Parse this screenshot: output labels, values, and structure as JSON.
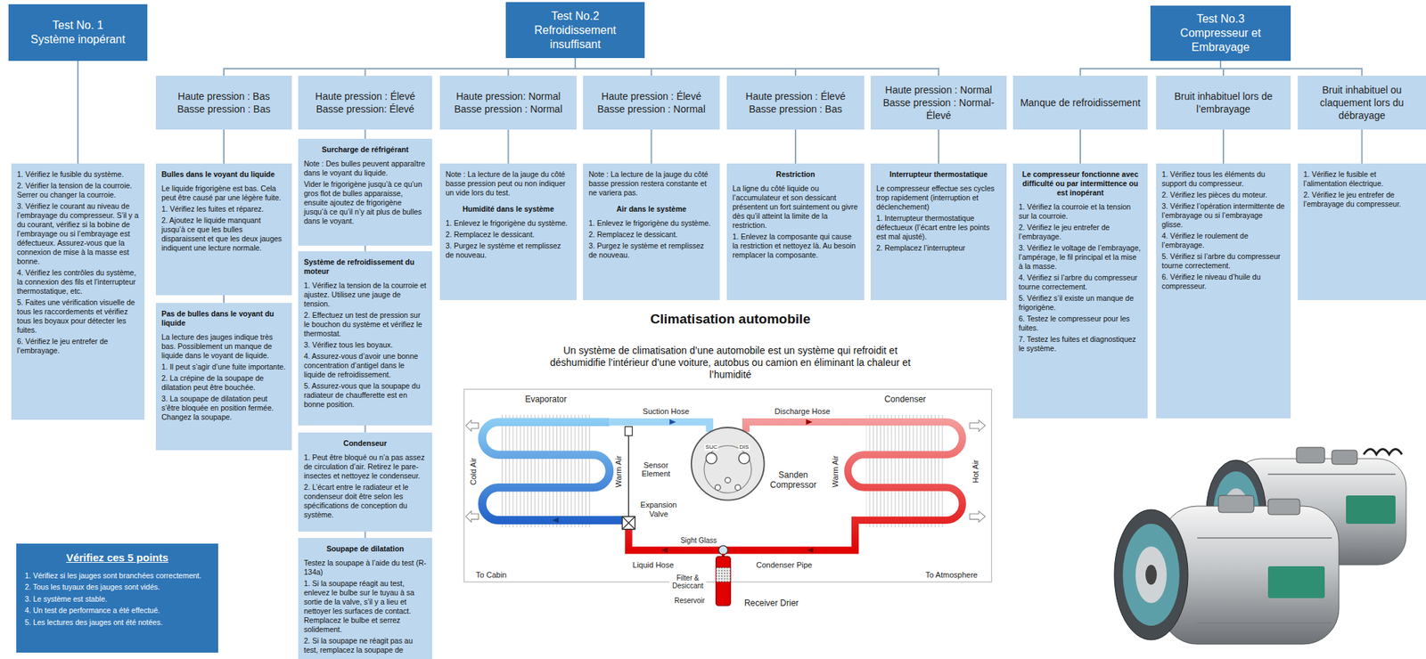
{
  "diagram": {
    "title": "Climatisation automobile",
    "caption": "Un système de climatisation d’une automobile est un système qui refroidit et déshumidifie l’intérieur d’une voiture, autobus ou camion en éliminant la chaleur et l’humidité",
    "nodes": [
      {
        "text": [
          "Test No. 1",
          "Système inopérant"
        ]
      },
      {
        "text": [
          "Test No.2",
          "Refroidissement insuffisant"
        ]
      },
      {
        "text": [
          "Test No.3",
          "Compresseur et Embrayage"
        ]
      },
      {
        "text": [
          "Haute pression : Bas",
          "Basse pression : Bas"
        ]
      },
      {
        "text": [
          "Haute pression : Élevé",
          "Basse pression: Élevé"
        ]
      },
      {
        "text": [
          "Haute pression: Normal",
          "Basse pression : Normal"
        ]
      },
      {
        "text": [
          "Haute pression : Élevé",
          "Basse pression : Normal"
        ]
      },
      {
        "text": [
          "Haute pression : Élevé",
          "Basse pression : Bas"
        ]
      },
      {
        "text": [
          "Haute pression : Normal",
          "Basse pression : Normal-Élevé"
        ]
      },
      {
        "text": [
          "Manque de refroidissement"
        ]
      },
      {
        "text": [
          "Bruit inhabituel lors de l’embrayage"
        ]
      },
      {
        "text": [
          "Bruit inhabituel ou claquement lors du débrayage"
        ]
      },
      {
        "text": [
          "1. Vérifiez le fusible du système.",
          "2. Vérifier la tension de la courroie. Serrer ou changer la courroie.",
          "3. Vérifiez le courant au niveau de l’embrayage du compresseur. S’il y a du courant, vérifiez si la bobine de l’embrayage ou si l’embrayage est défectueux. Assurez-vous que la connexion de mise à la masse est bonne.",
          "4. Vérifiez les contrôles du système, la connexion des fils et l’interrupteur thermostatique, etc.",
          "5. Faites une vérification visuelle de tous les raccordements et vérifiez tous les boyaux pour détecter les fuites.",
          "6. Vérifiez le jeu entrefer de l’embrayage."
        ]
      },
      {
        "text": [
          "Bulles dans le voyant du liquide",
          "Le liquide frigorigène est bas. Cela peut être causé par une légère fuite.",
          "1. Vérifiez les fuites et réparez.",
          "2. Ajoutez le liquide manquant jusqu’à ce que les bulles disparaissent et que les deux jauges indiquent une lecture normale."
        ]
      },
      {
        "text": [
          "Pas de bulles dans le voyant du liquide",
          "La lecture des jauges indique très bas. Possiblement un manque de liquide dans le voyant de liquide.",
          "1. Il peut s’agir d’une fuite importante.",
          "2. La crépine de la soupape de dilatation peut être bouchée.",
          "3. La soupape de dilatation peut s’être bloquée en position fermée. Changez la soupape."
        ]
      },
      {
        "text": [
          "Surcharge de réfrigérant",
          "Note : Des bulles peuvent apparaître dans le voyant du liquide.",
          "Vider le frigorigène jusqu’à ce qu’un gros flot de bulles apparaisse, ensuite ajoutez de frigorigène jusqu’à ce qu’il n’y ait plus de bulles dans le voyant."
        ]
      },
      {
        "text": [
          "Système de refroidissement du moteur",
          "1. Vérifiez la tension de la courroie et ajustez. Utilisez une jauge de tension.",
          "2. Effectuez un test de pression sur le bouchon du système et vérifiez le thermostat.",
          "3. Vérifiez tous les boyaux.",
          "4. Assurez-vous d’avoir une bonne concentration d’antigel dans le liquide de refroidissement.",
          "5. Assurez-vous que la soupape du radiateur de chaufferette est en bonne position."
        ]
      },
      {
        "text": [
          "Condenseur",
          "1. Peut être bloqué ou n’a pas assez de circulation d’air. Retirez le pare-insectes et nettoyez le condenseur.",
          "2. L’écart entre le radiateur et le condenseur doit être selon les spécifications de conception du système."
        ]
      },
      {
        "text": [
          "Soupape de dilatation",
          "Testez la soupape à l’aide du test (R-134a)",
          "1. Si la soupape réagit au test, enlevez le bulbe sur le tuyau à sa sortie de la valve, s’il y a lieu et nettoyer les surfaces de contact. Remplacez le bulbe et serrez solidement.",
          "2. Si la soupape ne réagit pas au test, remplacez la soupape de"
        ]
      },
      {
        "text": [
          "Note : La lecture de la jauge du côté basse pression peut ou non indiquer un vide lors du test.",
          "Humidité dans le système",
          "1. Enlevez le frigorigène du système.",
          "2. Remplacez le dessicant.",
          "3. Purgez le système et remplissez de nouveau."
        ]
      },
      {
        "text": [
          "Note : La lecture de la jauge du côté basse pression restera constante et ne variera pas.",
          "Air dans le système",
          "1. Enlevez le frigorigène du système.",
          "2. Remplacez le dessicant.",
          "3. Purgez le système et remplissez de nouveau."
        ]
      },
      {
        "text": [
          "Restriction",
          "La ligne du côté liquide ou l’accumulateur et son dessicant présentent un fort suintement ou givre dès qu’il atteint la limite de la restriction.",
          "1. Enlevez la composante qui cause la restriction et nettoyez là. Au besoin remplacer la composante."
        ]
      },
      {
        "text": [
          "Interrupteur thermostatique",
          "Le compresseur effectue ses cycles trop rapidement (interruption et déclenchement)",
          "1. Interrupteur thermostatique défectueux (l’écart entre les points est mal ajusté).",
          "2. Remplacez l’interrupteur"
        ]
      },
      {
        "text": [
          "Le compresseur fonctionne avec difficulté ou par intermittence ou est inopérant",
          "1. Vérifiez la courroie et la tension sur la courroie.",
          "2. Vérifiez le jeu entrefer de l’embrayage.",
          "3. Vérifiez le voltage de l’embrayage, l’ampérage, le fil principal et la mise à la masse.",
          "4. Vérifiez si l’arbre du compresseur tourne correctement.",
          "5. Vérifiez s’il existe un manque de frigorigène.",
          "6. Testez le compresseur pour les fuites.",
          "7. Testez les fuites et diagnostiquez le système."
        ]
      },
      {
        "text": [
          "1. Vérifiez tous les éléments du support du compresseur.",
          "2. Vérifiez les pièces du moteur.",
          "3. Vérifiez l’opération intermittente de l’embrayage ou si l’embrayage glisse.",
          "4. Vérifiez le roulement de l’embrayage.",
          "5. Vérifiez si l’arbre du compresseur tourne correctement.",
          "6. Vérifiez le niveau d’huile du compresseur."
        ]
      },
      {
        "text": [
          "1. Vérifiez le fusible et l’alimentation électrique.",
          "2. Vérifiez le jeu entrefer de l’embrayage du compresseur."
        ]
      },
      {
        "text": [
          "Vérifiez ces 5 points",
          "1. Vérifiez si les jauges sont branchées correctement.",
          "2. Tous les tuyaux des jauges sont vidés.",
          "3. Le système est stable.",
          "4. Un test de performance a été effectué.",
          "5. Les lectures des jauges ont été notées."
        ]
      }
    ],
    "edges": [
      {
        "from": 0,
        "to": 12,
        "arrow": "none"
      },
      {
        "from": 1,
        "to": 3,
        "arrow": "none"
      },
      {
        "from": 1,
        "to": 4,
        "arrow": "none"
      },
      {
        "from": 1,
        "to": 5,
        "arrow": "none"
      },
      {
        "from": 1,
        "to": 6,
        "arrow": "none"
      },
      {
        "from": 1,
        "to": 7,
        "arrow": "none"
      },
      {
        "from": 1,
        "to": 8,
        "arrow": "none"
      },
      {
        "from": 2,
        "to": 9,
        "arrow": "none"
      },
      {
        "from": 2,
        "to": 10,
        "arrow": "none"
      },
      {
        "from": 2,
        "to": 11,
        "arrow": "none"
      },
      {
        "from": 3,
        "to": 13,
        "arrow": "none"
      },
      {
        "from": 13,
        "to": 14,
        "arrow": "none"
      },
      {
        "from": 4,
        "to": 15,
        "arrow": "none"
      },
      {
        "from": 15,
        "to": 16,
        "arrow": "none"
      },
      {
        "from": 16,
        "to": 17,
        "arrow": "none"
      },
      {
        "from": 17,
        "to": 18,
        "arrow": "none"
      },
      {
        "from": 5,
        "to": 19,
        "arrow": "none"
      },
      {
        "from": 6,
        "to": 20,
        "arrow": "none"
      },
      {
        "from": 7,
        "to": 21,
        "arrow": "none"
      },
      {
        "from": 8,
        "to": 22,
        "arrow": "none"
      },
      {
        "from": 9,
        "to": 23,
        "arrow": "none"
      },
      {
        "from": 10,
        "to": 24,
        "arrow": "none"
      },
      {
        "from": 11,
        "to": 25,
        "arrow": "none"
      }
    ],
    "labels": [
      "Evaporator",
      "Condenser",
      "Suction Hose",
      "Discharge Hose",
      "Cold Air",
      "Warm Air",
      "Sensor Element",
      "Expansion Valve",
      "SUC",
      "DIS",
      "Sanden Compressor",
      "Warm Air",
      "Hot Air",
      "Sight Glass",
      "Liquid Hose",
      "Condenser Pipe",
      "To Cabin",
      "To Atmosphere",
      "Filter & Desiccant",
      "Reservoir",
      "Receiver Drier"
    ]
  }
}
